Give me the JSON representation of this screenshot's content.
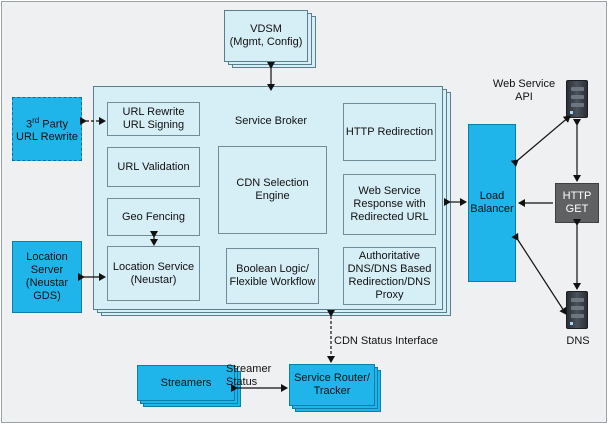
{
  "nodes": {
    "vdsm": "VDSM\n(Mgmt, Config)",
    "service_broker": "Service Broker",
    "third_party_prefix": "3",
    "third_party_sup": "rd",
    "third_party_suffix": " Party\nURL Rewrite",
    "url_rewrite": "URL Rewrite\nURL Signing",
    "url_validation": "URL Validation",
    "geo_fencing": "Geo Fencing",
    "location_service": "Location Service\n(Neustar)",
    "cdn_selection": "CDN Selection\nEngine",
    "boolean_logic": "Boolean Logic/\nFlexible Workflow",
    "http_redirection": "HTTP Redirection",
    "web_service_response": "Web Service\nResponse with\nRedirected URL",
    "authoritative_dns": "Authoritative\nDNS/DNS Based\nRedirection/DNS\nProxy",
    "location_server": "Location\nServer\n(Neustar\nGDS)",
    "load_balancer": "Load\nBalancer",
    "http_get": "HTTP\nGET",
    "web_service_api": "Web Service\nAPI",
    "dns": "DNS",
    "streamers": "Streamers",
    "service_router": "Service Router/\nTracker"
  },
  "edge_labels": {
    "cdn_status": "CDN Status Interface",
    "streamer_status": "Streamer\nStatus"
  },
  "colors": {
    "light_fill": "#d6eef5",
    "accent_fill": "#1fb4ea",
    "http_get_fill": "#5f6163",
    "background": "#eef0f2"
  },
  "icons": {
    "web_service_api_server": "server-icon",
    "dns_server": "server-icon"
  }
}
